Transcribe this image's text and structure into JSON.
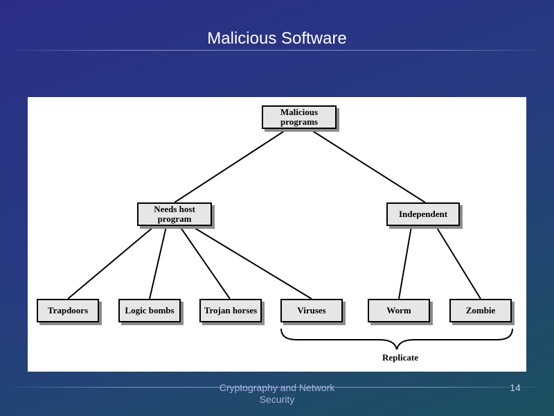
{
  "slide": {
    "title": "Malicious Software",
    "footer": "Cryptography and Network Security",
    "page_number": "14"
  },
  "diagram": {
    "root": "Malicious programs",
    "needs_host": "Needs host program",
    "independent": "Independent",
    "leaves": {
      "trapdoors": "Trapdoors",
      "logic_bombs": "Logic bombs",
      "trojan_horses": "Trojan horses",
      "viruses": "Viruses",
      "worm": "Worm",
      "zombie": "Zombie"
    },
    "replicate_label": "Replicate"
  }
}
